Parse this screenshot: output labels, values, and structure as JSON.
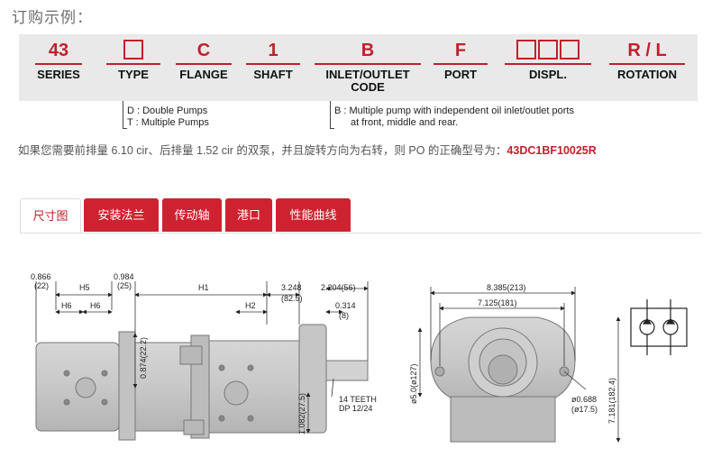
{
  "title": "订购示例：",
  "code": {
    "series": {
      "code": "43",
      "label": "SERIES"
    },
    "type": {
      "label": "TYPE"
    },
    "flange": {
      "code": "C",
      "label": "FLANGE"
    },
    "shaft": {
      "code": "1",
      "label": "SHAFT"
    },
    "inlet": {
      "code": "B",
      "label1": "INLET/OUTLET",
      "label2": "CODE"
    },
    "port": {
      "code": "F",
      "label": "PORT"
    },
    "displ": {
      "label": "DISPL."
    },
    "rotation": {
      "code": "R / L",
      "label": "ROTATION"
    }
  },
  "notes": {
    "type1": "D : Double Pumps",
    "type2": "T : Multiple Pumps",
    "inlet1": "B : Multiple pump with independent oil inlet/outlet ports",
    "inlet2": "at front, middle and rear."
  },
  "sentence": {
    "text": "如果您需要前排量 6.10 cir、后排量 1.52 cir 的双泵，并且旋转方向为右转，则 PO 的正确型号为：",
    "model": "43DC1BF10025R"
  },
  "tabs": [
    "尺寸图",
    "安装法兰",
    "传动轴",
    "港口",
    "性能曲线"
  ],
  "drawing": {
    "d1": "0.866",
    "d1b": "(22)",
    "h5": "H5",
    "d2": "0.984",
    "d2b": "(25)",
    "h1": "H1",
    "d3": "3.248",
    "d3b": "(82.5)",
    "d4": "2.204(56)",
    "d5": "0.314",
    "d5b": "(8)",
    "h6a": "H6",
    "h6b": "H6",
    "h2": "H2",
    "v1": "0.874(22.2)",
    "v2": "1.082(27.5)",
    "teeth1": "14  TEETH",
    "teeth2": "DP  12/24",
    "w1": "8.385(213)",
    "w2": "7.125(181)",
    "dia": "ø5.0(ø127)",
    "hole1": "ø0.688",
    "hole2": "(ø17.5)",
    "height": "7.181(182.4)"
  }
}
